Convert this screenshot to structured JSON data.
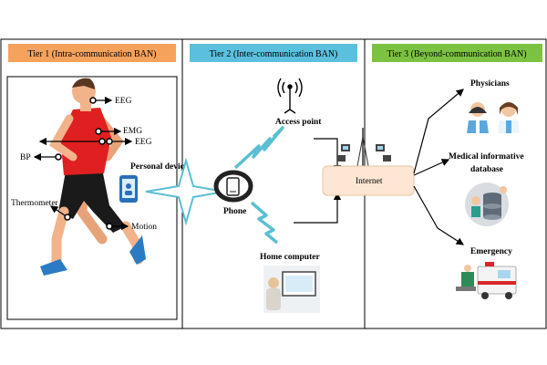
{
  "tiers": [
    {
      "title": "Tier 1 (Intra-communication BAN)",
      "color": "#f5a25d"
    },
    {
      "title": "Tier 2 (Inter-communication BAN)",
      "color": "#5bc0de"
    },
    {
      "title": "Tier 3 (Beyond-communication BAN)",
      "color": "#7cc242"
    }
  ],
  "sensors": {
    "eeg_top": "EEG",
    "emg": "EMG",
    "eeg_mid": "EEG",
    "bp": "BP",
    "thermometer": "Thermometer",
    "motion": "Motion"
  },
  "devices": {
    "personal_device": "Personal device",
    "phone": "Phone",
    "access_point": "Access point",
    "home_computer": "Home computer",
    "internet": "Internet"
  },
  "destinations": {
    "physicians": "Physicians",
    "database_line1": "Medical informative",
    "database_line2": "database",
    "emergency": "Emergency"
  },
  "colors": {
    "skin": "#f2b38a",
    "shirt": "#e02020",
    "shorts": "#1a1a1a",
    "shoes": "#2a7bc4",
    "internet_box": "#fde7d4",
    "lightning": "#5bbfd3"
  }
}
